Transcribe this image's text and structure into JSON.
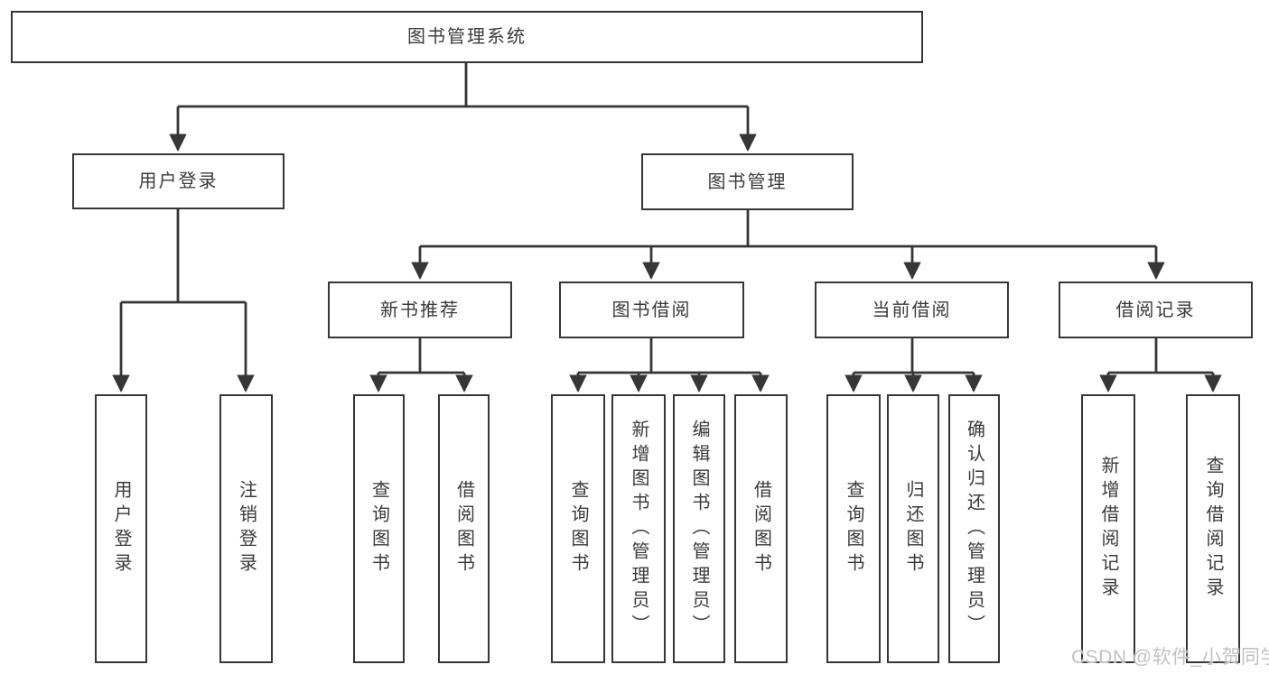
{
  "tree": {
    "root": {
      "label": "图书管理系统"
    },
    "branches": [
      {
        "label": "用户登录",
        "children": [
          {
            "label": "用户登录"
          },
          {
            "label": "注销登录"
          }
        ]
      },
      {
        "label": "图书管理",
        "children": [
          {
            "label": "新书推荐",
            "children": [
              {
                "label": "查询图书"
              },
              {
                "label": "借阅图书"
              }
            ]
          },
          {
            "label": "图书借阅",
            "children": [
              {
                "label": "查询图书"
              },
              {
                "label": "新增图书（管理员）"
              },
              {
                "label": "编辑图书（管理员）"
              },
              {
                "label": "借阅图书"
              }
            ]
          },
          {
            "label": "当前借阅",
            "children": [
              {
                "label": "查询图书"
              },
              {
                "label": "归还图书"
              },
              {
                "label": "确认归还（管理员）"
              }
            ]
          },
          {
            "label": "借阅记录",
            "children": [
              {
                "label": "新增借阅记录"
              },
              {
                "label": "查询借阅记录"
              }
            ]
          }
        ]
      }
    ]
  },
  "watermark": {
    "text": "CSDN @软件_小贺同学"
  },
  "colors": {
    "line": "#363636",
    "text": "#3a3a3a",
    "bg": "#ffffff",
    "box_fill": "#ffffff",
    "watermark": "#c2c2c2"
  }
}
